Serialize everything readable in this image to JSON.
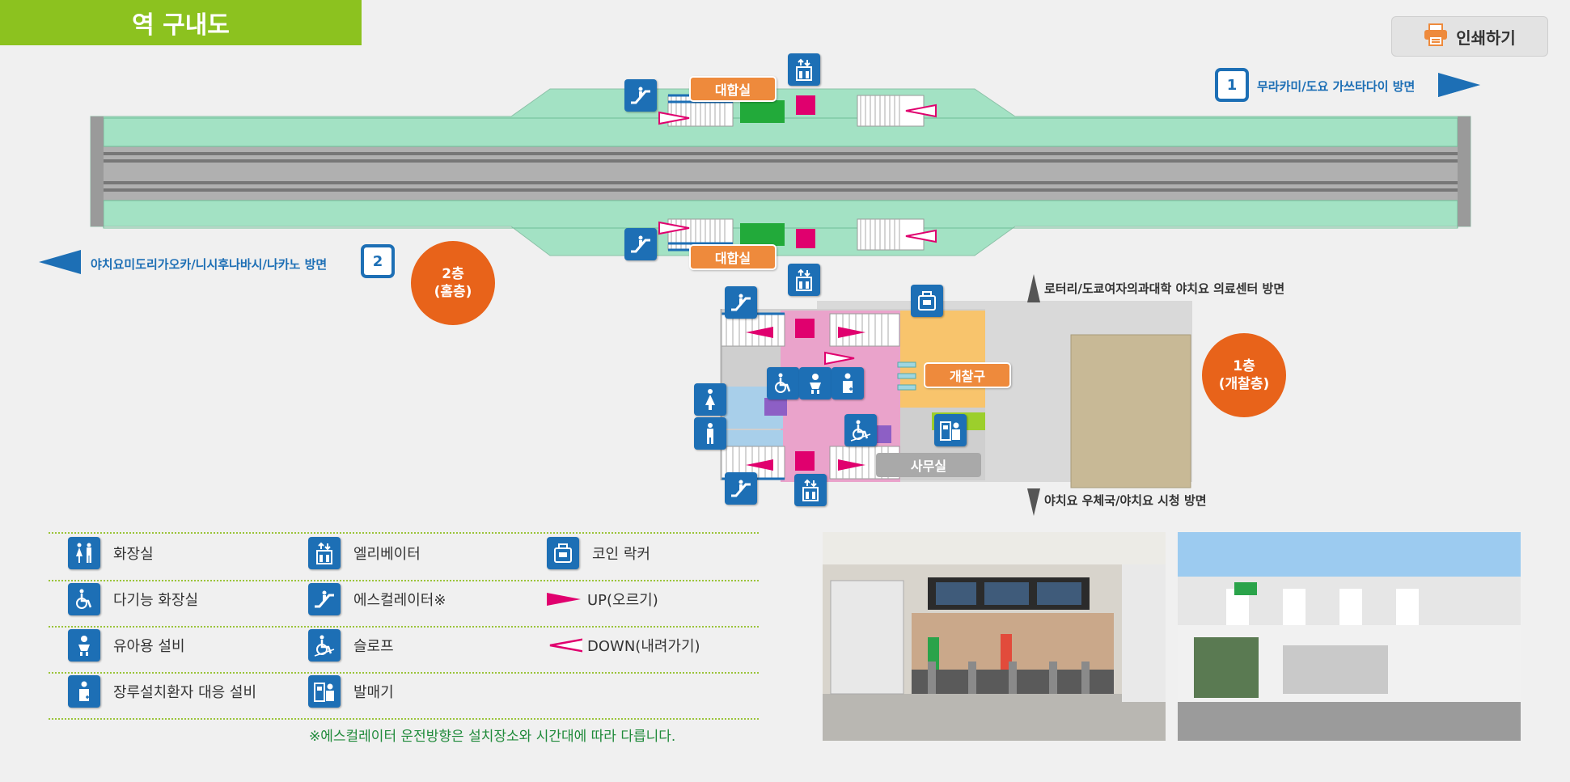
{
  "header": {
    "title": "역 구내도",
    "print_label": "인쇄하기"
  },
  "map": {
    "waiting_room_top": "대합실",
    "waiting_room_bottom": "대합실",
    "ticket_gate": "개찰구",
    "office": "사무실",
    "floor2": {
      "line1": "2층",
      "line2": "(홈층)"
    },
    "floor1": {
      "line1": "1층",
      "line2": "(개찰층)"
    },
    "platform1": {
      "number": "1",
      "direction": "무라카미/도요 가쓰타다이 방면"
    },
    "platform2": {
      "number": "2",
      "direction": "야치요미도리가오카/니시후나바시/나카노 방면"
    },
    "exit_north": "로터리/도쿄여자의과대학 야치요 의료센터 방면",
    "exit_south": "야치요 우체국/야치요 시청 방면"
  },
  "legend": {
    "items": [
      {
        "label": "화장실",
        "icon": "toilet-icon"
      },
      {
        "label": "엘리베이터",
        "icon": "elevator-icon"
      },
      {
        "label": "코인 락커",
        "icon": "coin-locker-icon"
      },
      {
        "label": "다기능 화장실",
        "icon": "accessible-toilet-icon"
      },
      {
        "label": "에스컬레이터※",
        "icon": "escalator-icon"
      },
      {
        "label": "UP(오르기)",
        "icon": "up-arrow-icon"
      },
      {
        "label": "유아용 설비",
        "icon": "baby-icon"
      },
      {
        "label": "슬로프",
        "icon": "slope-icon"
      },
      {
        "label": "DOWN(내려가기)",
        "icon": "down-arrow-icon"
      },
      {
        "label": "장루설치환자 대응 설비",
        "icon": "ostomate-icon"
      },
      {
        "label": "발매기",
        "icon": "ticket-machine-icon"
      }
    ],
    "note": "※에스컬레이터 운전방향은 설치장소와 시간대에 따라 다릅니다."
  },
  "colors": {
    "accent_green": "#8cc21f",
    "blue": "#1d6fb5",
    "orange": "#ee8a3c",
    "floor_circle": "#e8631a",
    "platform": "#a3e2c4",
    "magenta": "#e0006e"
  }
}
